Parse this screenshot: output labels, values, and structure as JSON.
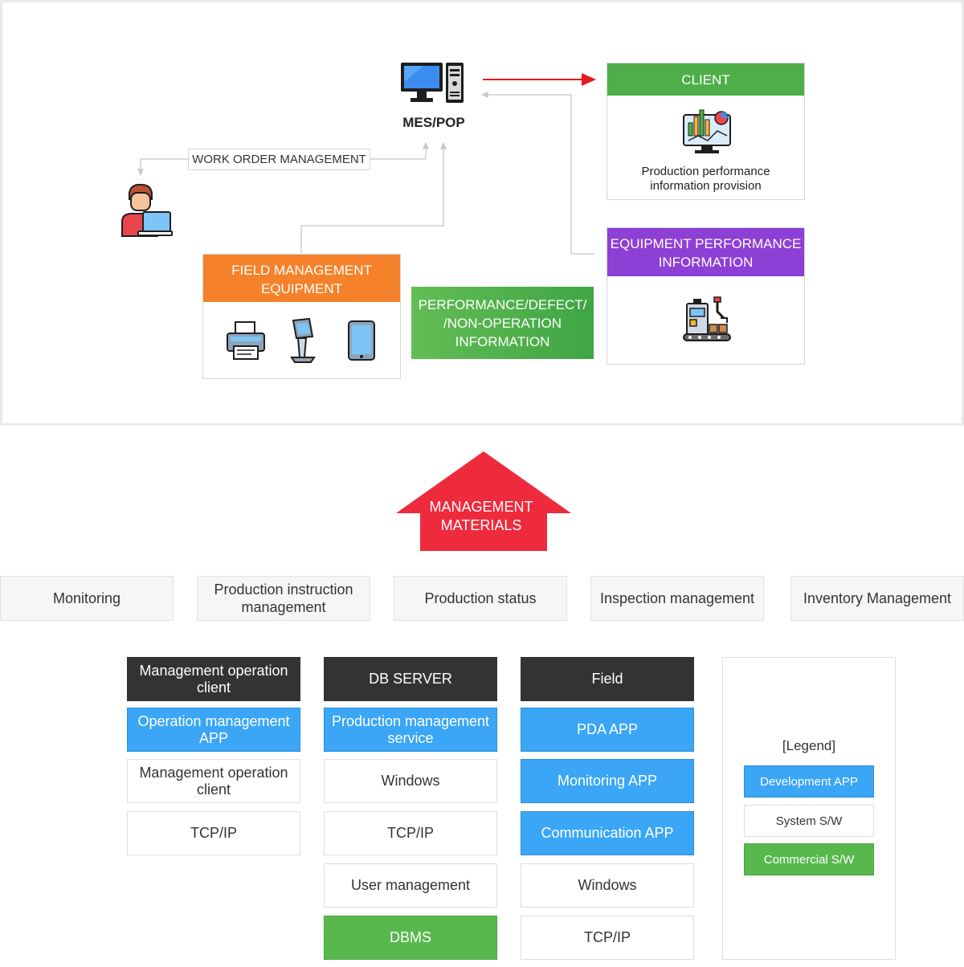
{
  "diagram": {
    "mes_label": "MES/POP",
    "work_order_label": "WORK ORDER MANAGEMENT",
    "client": {
      "header": "CLIENT",
      "caption_line1": "Production performance",
      "caption_line2": "information provision"
    },
    "equipment_performance": {
      "header_line1": "EQUIPMENT PERFORMANCE",
      "header_line2": "INFORMATION"
    },
    "field_equipment": {
      "header_line1": "FIELD MANAGEMENT",
      "header_line2": "EQUIPMENT"
    },
    "performance_box": {
      "line1": "PERFORMANCE/DEFECT/",
      "line2": "/NON-OPERATION",
      "line3": "INFORMATION"
    },
    "icons": [
      "desktop-computer-icon",
      "worker-laptop-icon",
      "analytics-monitor-icon",
      "factory-robot-icon",
      "printer-icon",
      "kiosk-icon",
      "tablet-icon"
    ]
  },
  "management_arrow": {
    "line1": "MANAGEMENT",
    "line2": "MATERIALS"
  },
  "modules": [
    {
      "line1": "Monitoring",
      "line2": ""
    },
    {
      "line1": "Production instruction",
      "line2": "management"
    },
    {
      "line1": "Production status",
      "line2": ""
    },
    {
      "line1": "Inspection management",
      "line2": ""
    },
    {
      "line1": "Inventory Management",
      "line2": ""
    }
  ],
  "stacks": {
    "col1": [
      "Management operation client",
      "Operation management APP",
      "Management operation client",
      "TCP/IP"
    ],
    "col2": [
      "DB SERVER",
      "Production management service",
      "Windows",
      "TCP/IP",
      "User management",
      "DBMS"
    ],
    "col3": [
      "Field",
      "PDA APP",
      "Monitoring APP",
      "Communication APP",
      "Windows",
      "TCP/IP"
    ]
  },
  "legend": {
    "title": "[Legend]",
    "development": "Development APP",
    "system": "System S/W",
    "commercial": "Commercial S/W"
  },
  "colors": {
    "green_header": "#4fae4a",
    "purple_header": "#8d3fd6",
    "orange_header": "#f5822a",
    "red_arrow": "#ee2b3c",
    "blue_app": "#3aa6f5",
    "dark_header": "#333333"
  }
}
